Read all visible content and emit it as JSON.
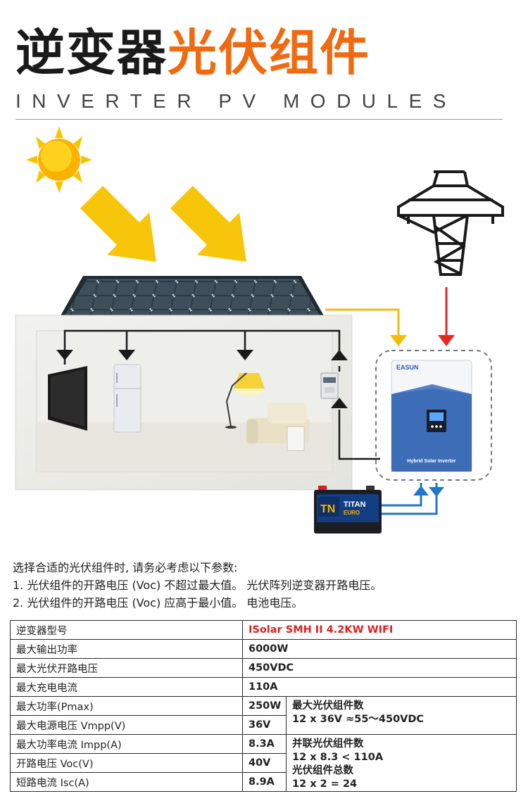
{
  "header": {
    "title_black": "逆变器",
    "title_orange": "光伏组件",
    "subtitle": "INVERTER PV MODULES"
  },
  "diagram": {
    "inverter_brand": "EASUN",
    "inverter_label": "Hybrid Solar Inverter",
    "battery_brand": "TITAN",
    "battery_sub": "EURO",
    "battery_logo": "TN"
  },
  "notes": {
    "intro": "选择合适的光伏组件时, 请务必考虑以下参数:",
    "line1": "1. 光伏组件的开路电压 (Voc) 不超过最大值。 光伏阵列逆变器开路电压。",
    "line2": "2. 光伏组件的开路电压 (Voc) 应高于最小值。 电池电压。"
  },
  "specs": {
    "model_label": "逆变器型号",
    "model_value": "ISolar SMH II 4.2KW WIFI",
    "max_output_label": "最大输出功率",
    "max_output_value": "6000W",
    "max_pv_voc_label": "最大光伏开路电压",
    "max_pv_voc_value": "450VDC",
    "max_charge_label": "最大充电电流",
    "max_charge_value": "110A",
    "pmax_label": "最大功率(Pmax)",
    "pmax_value": "250W",
    "vmpp_label": "最大电源电压 Vmpp(V)",
    "vmpp_value": "36V",
    "impp_label": "最大功率电流 Impp(A)",
    "impp_value": "8.3A",
    "voc_label": "开路电压 Voc(V)",
    "voc_value": "40V",
    "isc_label": "短路电流 Isc(A)",
    "isc_value": "8.9A",
    "series_title": "最大光伏组件数",
    "series_calc": "12 x 36V ≈55～450VDC",
    "parallel_title": "并联光伏组件数",
    "parallel_calc": "12 x 8.3 < 110A",
    "total_title": "光伏组件总数",
    "total_calc": "12 x 2 = 24"
  }
}
